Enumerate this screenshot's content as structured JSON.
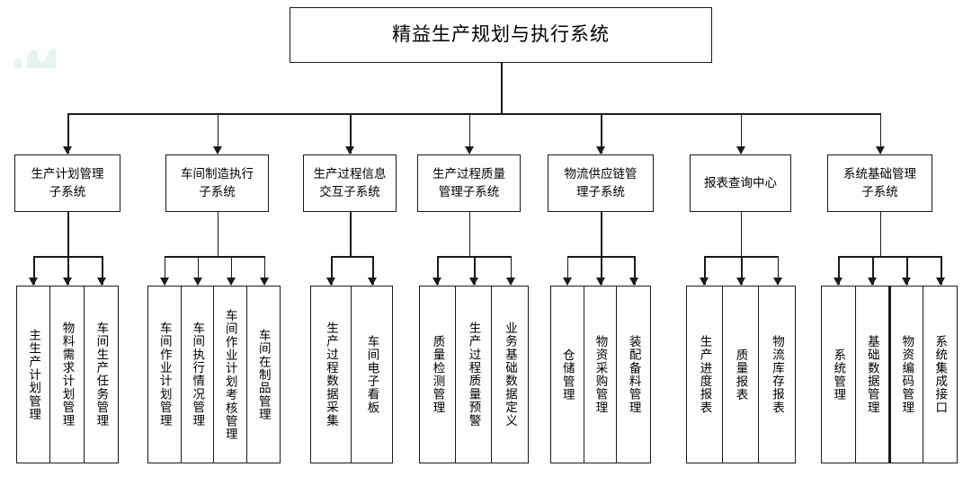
{
  "diagram": {
    "title": "精益生产规划与执行系统",
    "watermark": "decorative-green-shape",
    "colors": {
      "line": "#1a1a1a",
      "background": "#ffffff",
      "watermark": "#e7f4ee"
    },
    "subsystems": [
      {
        "label": "生产计划管理\n子系统",
        "children": [
          "主生产计划管理",
          "物料需求计划管理",
          "车间生产任务管理"
        ]
      },
      {
        "label": "车间制造执行\n子系统",
        "children": [
          "车间作业计划管理",
          "车间执行情况管理",
          "车间作业计划考核管理",
          "车间在制品管理"
        ]
      },
      {
        "label": "生产过程信息\n交互子系统",
        "children": [
          "生产过程数据采集",
          "车间电子看板"
        ]
      },
      {
        "label": "生产过程质量\n管理子系统",
        "children": [
          "质量检测管理",
          "生产过程质量预警",
          "业务基础数据定义"
        ]
      },
      {
        "label": "物流供应链管\n理子系统",
        "children": [
          "仓储管理",
          "物资采购管理",
          "装配备料管理"
        ]
      },
      {
        "label": "报表查询中心",
        "children": [
          "生产进度报表",
          "质量报表",
          "物流库存报表"
        ]
      },
      {
        "label": "系统基础管理\n子系统",
        "children": [
          "系统管理",
          "基础数据管理",
          "物资编码管理",
          "系统集成接口"
        ]
      }
    ]
  }
}
